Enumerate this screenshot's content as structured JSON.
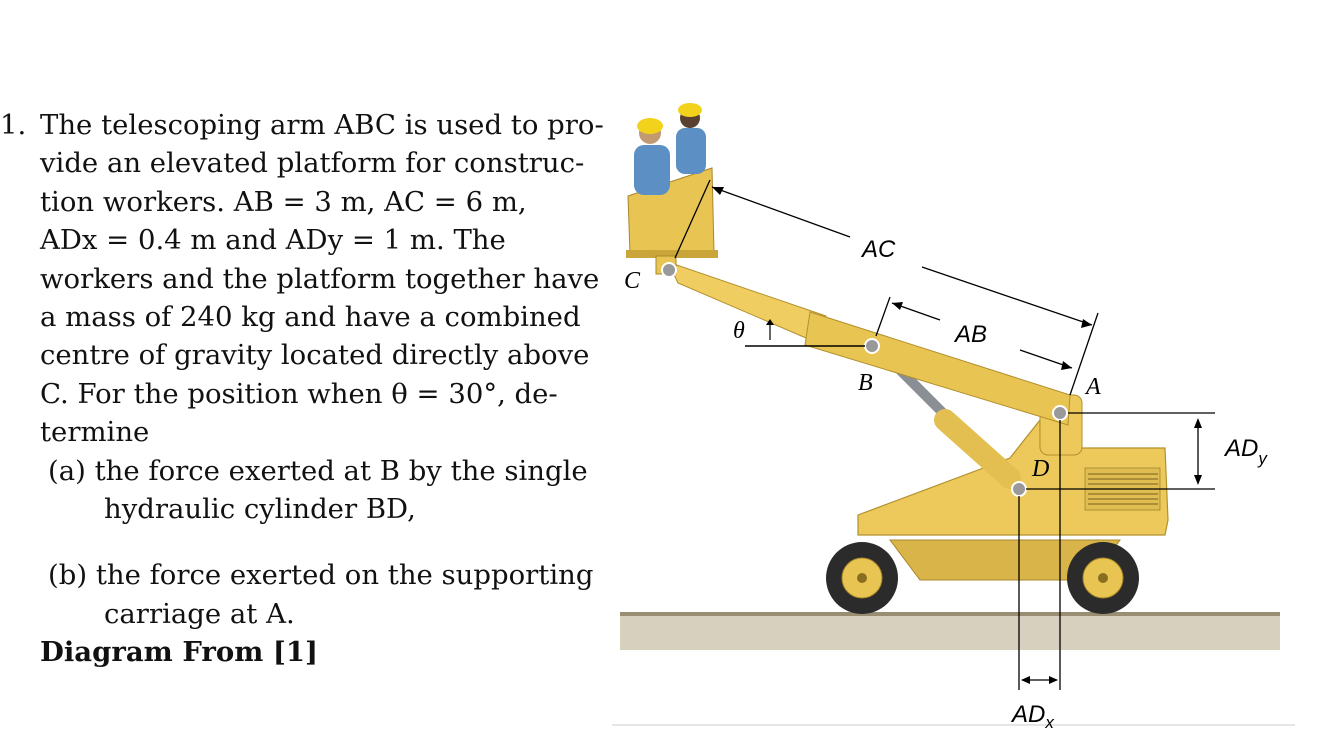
{
  "problem": {
    "number": "1.",
    "lines": [
      "The telescoping arm ABC is used to pro-",
      "vide an elevated platform for construc-",
      "tion workers. AB = 3 m, AC = 6 m,",
      "ADx = 0.4 m and ADy = 1 m. The",
      "workers and the platform together have",
      "a mass of 240 kg and have a combined",
      "centre of gravity located directly above",
      "C. For the position when θ = 30°, de-",
      "termine"
    ],
    "part_a": {
      "label": "(a)",
      "line1": "the force exerted at B by the single",
      "line2": "hydraulic cylinder BD,"
    },
    "part_b": {
      "label": "(b)",
      "line1": "the force exerted on the supporting",
      "line2": "carriage at A."
    },
    "source": "Diagram From [1]"
  },
  "diagram": {
    "labels": {
      "C": "C",
      "B": "B",
      "A": "A",
      "D": "D",
      "theta": "θ",
      "AC": "AC",
      "AB": "AB",
      "ADy": "AD",
      "ADy_sub": "y",
      "ADx": "AD",
      "ADx_sub": "x"
    },
    "colors": {
      "machine": "#e8c453",
      "machine_dark": "#c9a53a",
      "tire": "#2b2b2b",
      "ground": "#b9ad95",
      "worker_shirt": "#5c8fc4",
      "helmet": "#f2d21b"
    }
  }
}
